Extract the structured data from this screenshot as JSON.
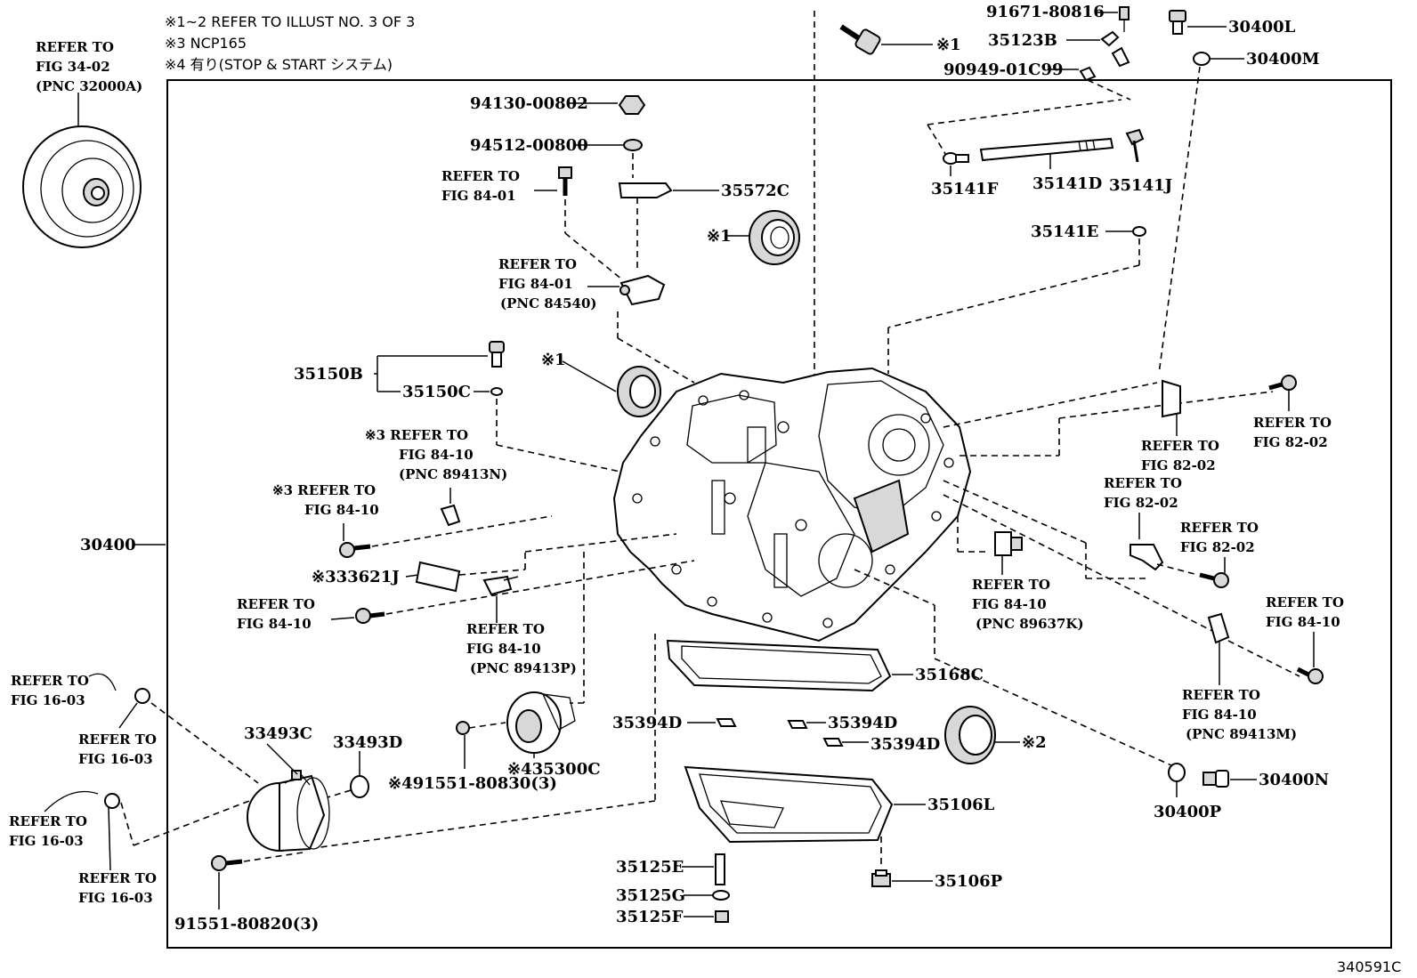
{
  "notes": [
    "※1~2 REFER TO ILLUST NO. 3 OF 3",
    "※3 NCP165",
    "※4 有り(STOP & START システム)"
  ],
  "diagram_id": "340591C",
  "refs": {
    "fig34": [
      "REFER TO",
      "FIG 34-02",
      "(PNC 32000A)"
    ],
    "fig84_01_a": [
      "REFER TO",
      "FIG 84-01"
    ],
    "fig84_01_b": [
      "REFER TO",
      "FIG 84-01",
      "(PNC 84540)"
    ],
    "fig84_10_n": [
      "※3 REFER TO",
      "FIG 84-10",
      "(PNC 89413N)"
    ],
    "fig84_10_x3": [
      "※3 REFER TO",
      "FIG 84-10"
    ],
    "fig84_10_left": [
      "REFER TO",
      "FIG 84-10"
    ],
    "fig84_10_p": [
      "REFER TO",
      "FIG 84-10",
      "(PNC 89413P)"
    ],
    "fig84_10_k": [
      "REFER TO",
      "FIG 84-10",
      "(PNC 89637K)"
    ],
    "fig82_02_a": [
      "REFER TO",
      "FIG 82-02"
    ],
    "fig82_02_b": [
      "REFER TO",
      "FIG 82-02"
    ],
    "fig82_02_c": [
      "REFER TO",
      "FIG 82-02"
    ],
    "fig82_02_d": [
      "REFER TO",
      "FIG 82-02"
    ],
    "fig84_10_r": [
      "REFER TO",
      "FIG 84-10"
    ],
    "fig84_10_m": [
      "REFER TO",
      "FIG 84-10",
      "(PNC 89413M)"
    ],
    "fig16_03_a": [
      "REFER TO",
      "FIG 16-03"
    ],
    "fig16_03_b": [
      "REFER TO",
      "FIG 16-03"
    ],
    "fig16_03_c": [
      "REFER TO",
      "FIG 16-03"
    ],
    "fig16_03_d": [
      "REFER TO",
      "FIG 16-03"
    ]
  },
  "parts": {
    "p91671": "91671-80816",
    "p35123B": "35123B",
    "p90949": "90949-01C99",
    "x1_top": "※1",
    "p30400L": "30400L",
    "p30400M": "30400M",
    "p94130": "94130-00802",
    "p94512": "94512-00800",
    "p35572C": "35572C",
    "x1_seal": "※1",
    "p35141F": "35141F",
    "p35141D": "35141D",
    "p35141J": "35141J",
    "p35141E": "35141E",
    "p35150B": "35150B",
    "p35150C": "35150C",
    "x1_left": "※1",
    "p30400": "30400",
    "p33621J": "※333621J",
    "p35168C": "35168C",
    "p35394D_a": "35394D",
    "p35394D_b": "35394D",
    "p35394D_c": "35394D",
    "x2": "※2",
    "p30400N": "30400N",
    "p30400P": "30400P",
    "p33493C": "33493C",
    "p33493D": "33493D",
    "p91551_830": "※491551-80830(3)",
    "p35300C": "※435300C",
    "p35106L": "35106L",
    "p35125E": "35125E",
    "p35125G": "35125G",
    "p35125F": "35125F",
    "p35106P": "35106P",
    "p91551_820": "91551-80820(3)"
  }
}
